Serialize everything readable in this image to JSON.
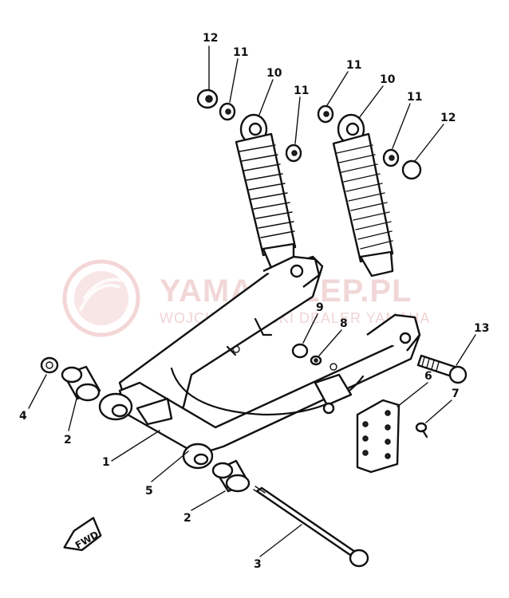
{
  "watermark": {
    "title": "YAMASKLEP.PL",
    "subtitle": "WOJCIECHOWSKI DEALER YAMAHA"
  },
  "fwd_badge": "FWD",
  "callouts": [
    "12",
    "11",
    "10",
    "11",
    "11",
    "10",
    "11",
    "12",
    "9",
    "8",
    "13",
    "6",
    "7",
    "4",
    "2",
    "1",
    "5",
    "2",
    "3"
  ]
}
